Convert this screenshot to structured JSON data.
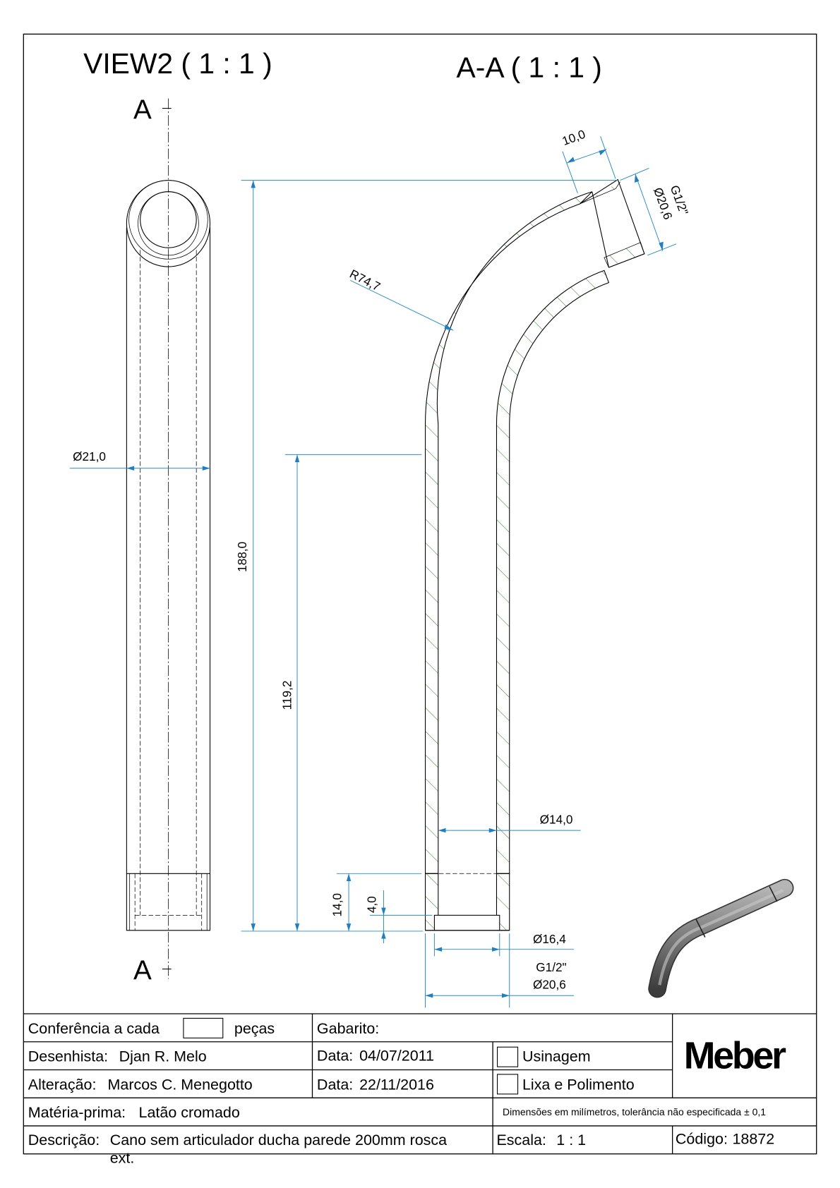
{
  "views": {
    "view2_title": "VIEW2 ( 1 : 1 )",
    "section_title": "A-A ( 1 : 1 )",
    "section_marker_top": "A",
    "section_marker_bottom": "A"
  },
  "dimensions": {
    "outer_diameter_view2": "Ø21,0",
    "total_height": "188,0",
    "straight_length": "119,2",
    "thread_length_bottom": "14,0",
    "chamfer": "4,0",
    "bend_radius": "R74,7",
    "top_thread_length": "10,0",
    "top_thread_name": "G1/2\"",
    "top_thread_diameter": "Ø20,6",
    "bore_diameter": "Ø14,0",
    "bottom_inner_diameter": "Ø16,4",
    "bottom_thread_name": "G1/2\"",
    "bottom_thread_diameter": "Ø20,6"
  },
  "title_block": {
    "conferencia_label": "Conferência a cada",
    "conferencia_unit": "peças",
    "gabarito_label": "Gabarito:",
    "desenhista_label": "Desenhista:",
    "desenhista_value": "Djan R. Melo",
    "data1_label": "Data:",
    "data1_value": "04/07/2011",
    "alteracao_label": "Alteração:",
    "alteracao_value": "Marcos C. Menegotto",
    "data2_label": "Data:",
    "data2_value": "22/11/2016",
    "usinagem_label": "Usinagem",
    "lixa_label": "Lixa e Polimento",
    "materia_label": "Matéria-prima:",
    "materia_value": "Latão cromado",
    "tolerance_note": "Dimensões em milímetros, tolerância não especificada ± 0,1",
    "descricao_label": "Descrição:",
    "descricao_value_line1": "Cano sem articulador ducha parede 200mm rosca",
    "descricao_value_line2": "ext.",
    "escala_label": "Escala:",
    "escala_value": "1 : 1",
    "codigo_label": "Código:",
    "codigo_value": "18872",
    "logo_text": "Meber"
  },
  "colors": {
    "dimension": "#2a8bc4",
    "hatch": "#2e8b2e",
    "model": "#7a7a7a"
  }
}
